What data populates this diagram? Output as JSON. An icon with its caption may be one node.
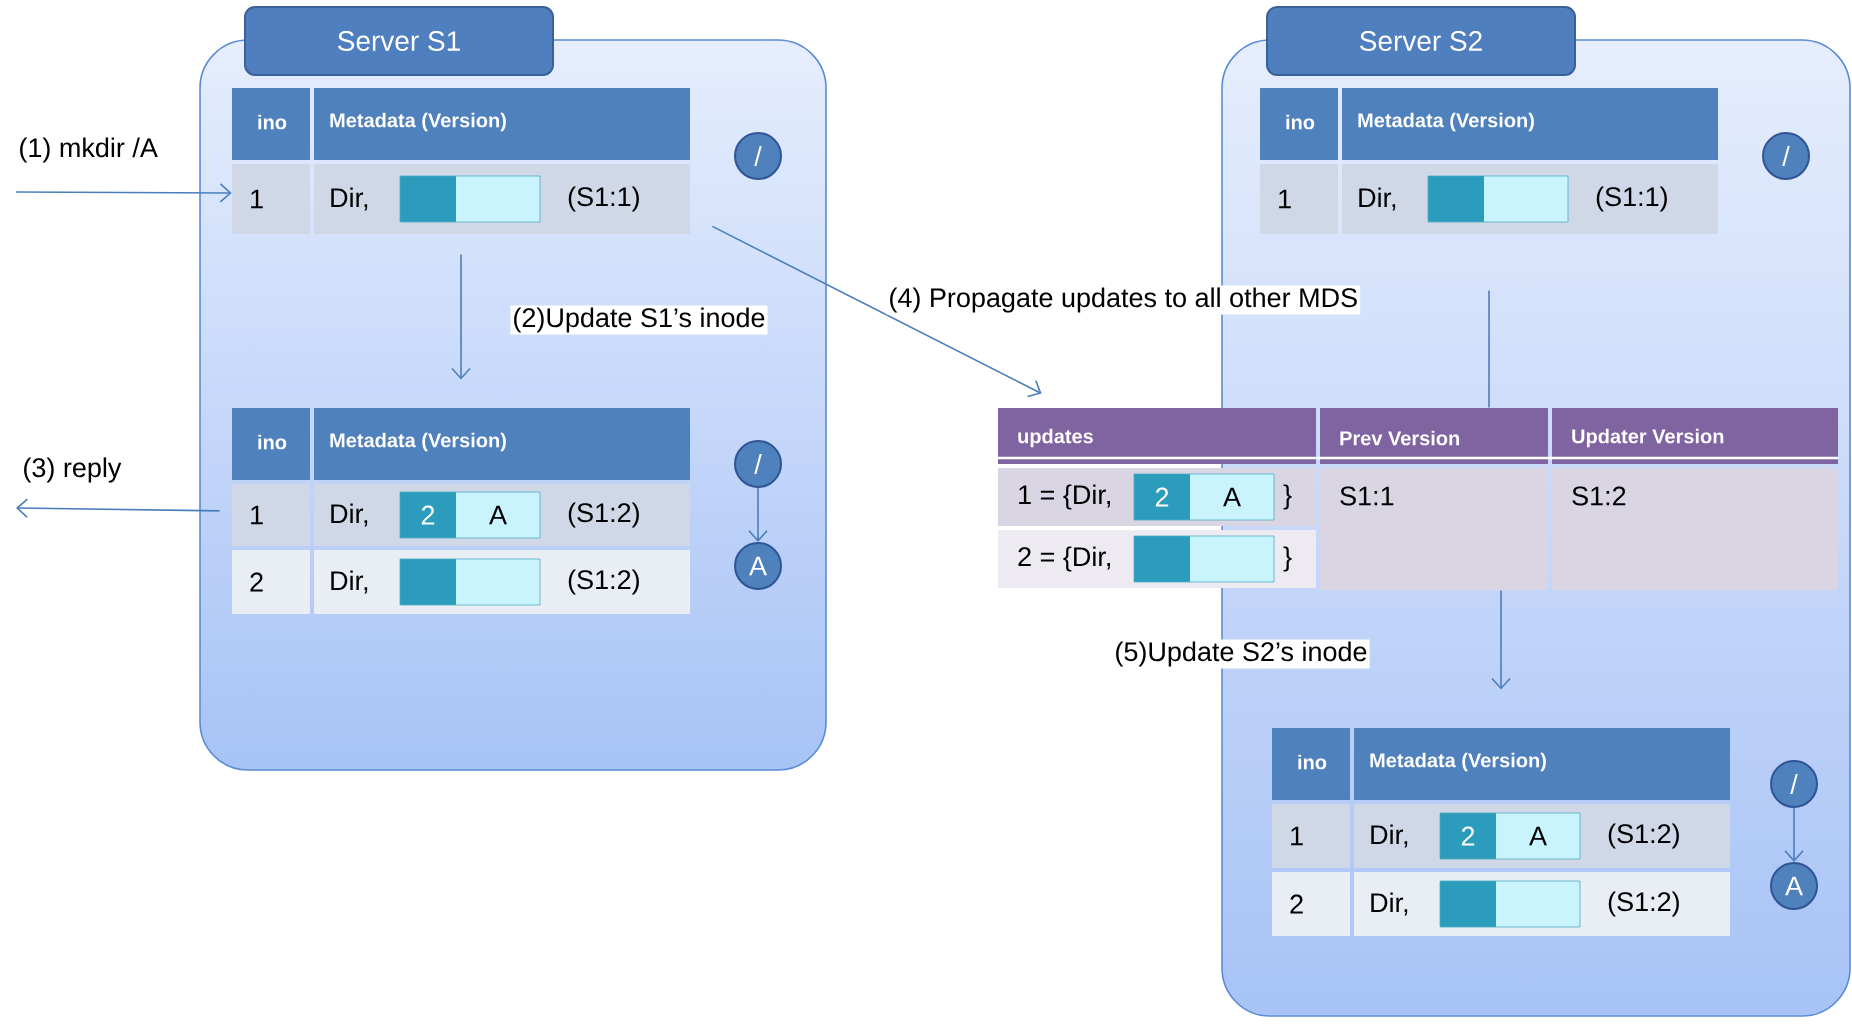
{
  "diagram": {
    "nodes": [
      {
        "text": [
          "Server S1"
        ]
      },
      {
        "text": [
          "ino",
          "Metadata (Version)",
          "1",
          "Dir,",
          "(S1:1)"
        ],
        "in": 0
      },
      {
        "text": [
          "/"
        ],
        "in": 0
      },
      {
        "text": [
          "ino",
          "Metadata (Version)",
          "1",
          "Dir,",
          "2",
          "A",
          "(S1:2)",
          "2",
          "Dir,",
          "(S1:2)"
        ],
        "in": 0
      },
      {
        "text": [
          "/"
        ],
        "in": 0
      },
      {
        "text": [
          "A"
        ],
        "in": 0
      },
      {
        "text": [
          "Server S2"
        ]
      },
      {
        "text": [
          "ino",
          "Metadata (Version)",
          "1",
          "Dir,",
          "(S1:1)"
        ],
        "in": 6
      },
      {
        "text": [
          "/"
        ],
        "in": 6
      },
      {
        "text": [
          "updates",
          "Prev Version",
          "Updater Version",
          "1 = {Dir,",
          "2",
          "A",
          "}",
          "S1:1",
          "S1:2",
          "2 = {Dir,",
          "}"
        ]
      },
      {
        "text": [
          "ino",
          "Metadata (Version)",
          "1",
          "Dir,",
          "2",
          "A",
          "(S1:2)",
          "2",
          "Dir,",
          "(S1:2)"
        ],
        "in": 6
      },
      {
        "text": [
          "/"
        ],
        "in": 6
      },
      {
        "text": [
          "A"
        ],
        "in": 6
      }
    ],
    "edges": [
      {
        "from": null,
        "to": 1,
        "arrow": "to",
        "label": "(1) mkdir /A"
      },
      {
        "from": 1,
        "to": 3,
        "arrow": "to",
        "label": "(2)Update S1’s inode"
      },
      {
        "from": 3,
        "to": null,
        "arrow": "to",
        "label": "(3) reply"
      },
      {
        "from": 1,
        "to": 9,
        "arrow": "to",
        "label": "(4) Propagate updates to all other MDS"
      },
      {
        "from": 7,
        "to": 9,
        "arrow": "none"
      },
      {
        "from": 9,
        "to": 10,
        "arrow": "to",
        "label": "(5)Update S2’s inode"
      },
      {
        "from": 4,
        "to": 5,
        "arrow": "to"
      },
      {
        "from": 11,
        "to": 12,
        "arrow": "to"
      }
    ]
  }
}
